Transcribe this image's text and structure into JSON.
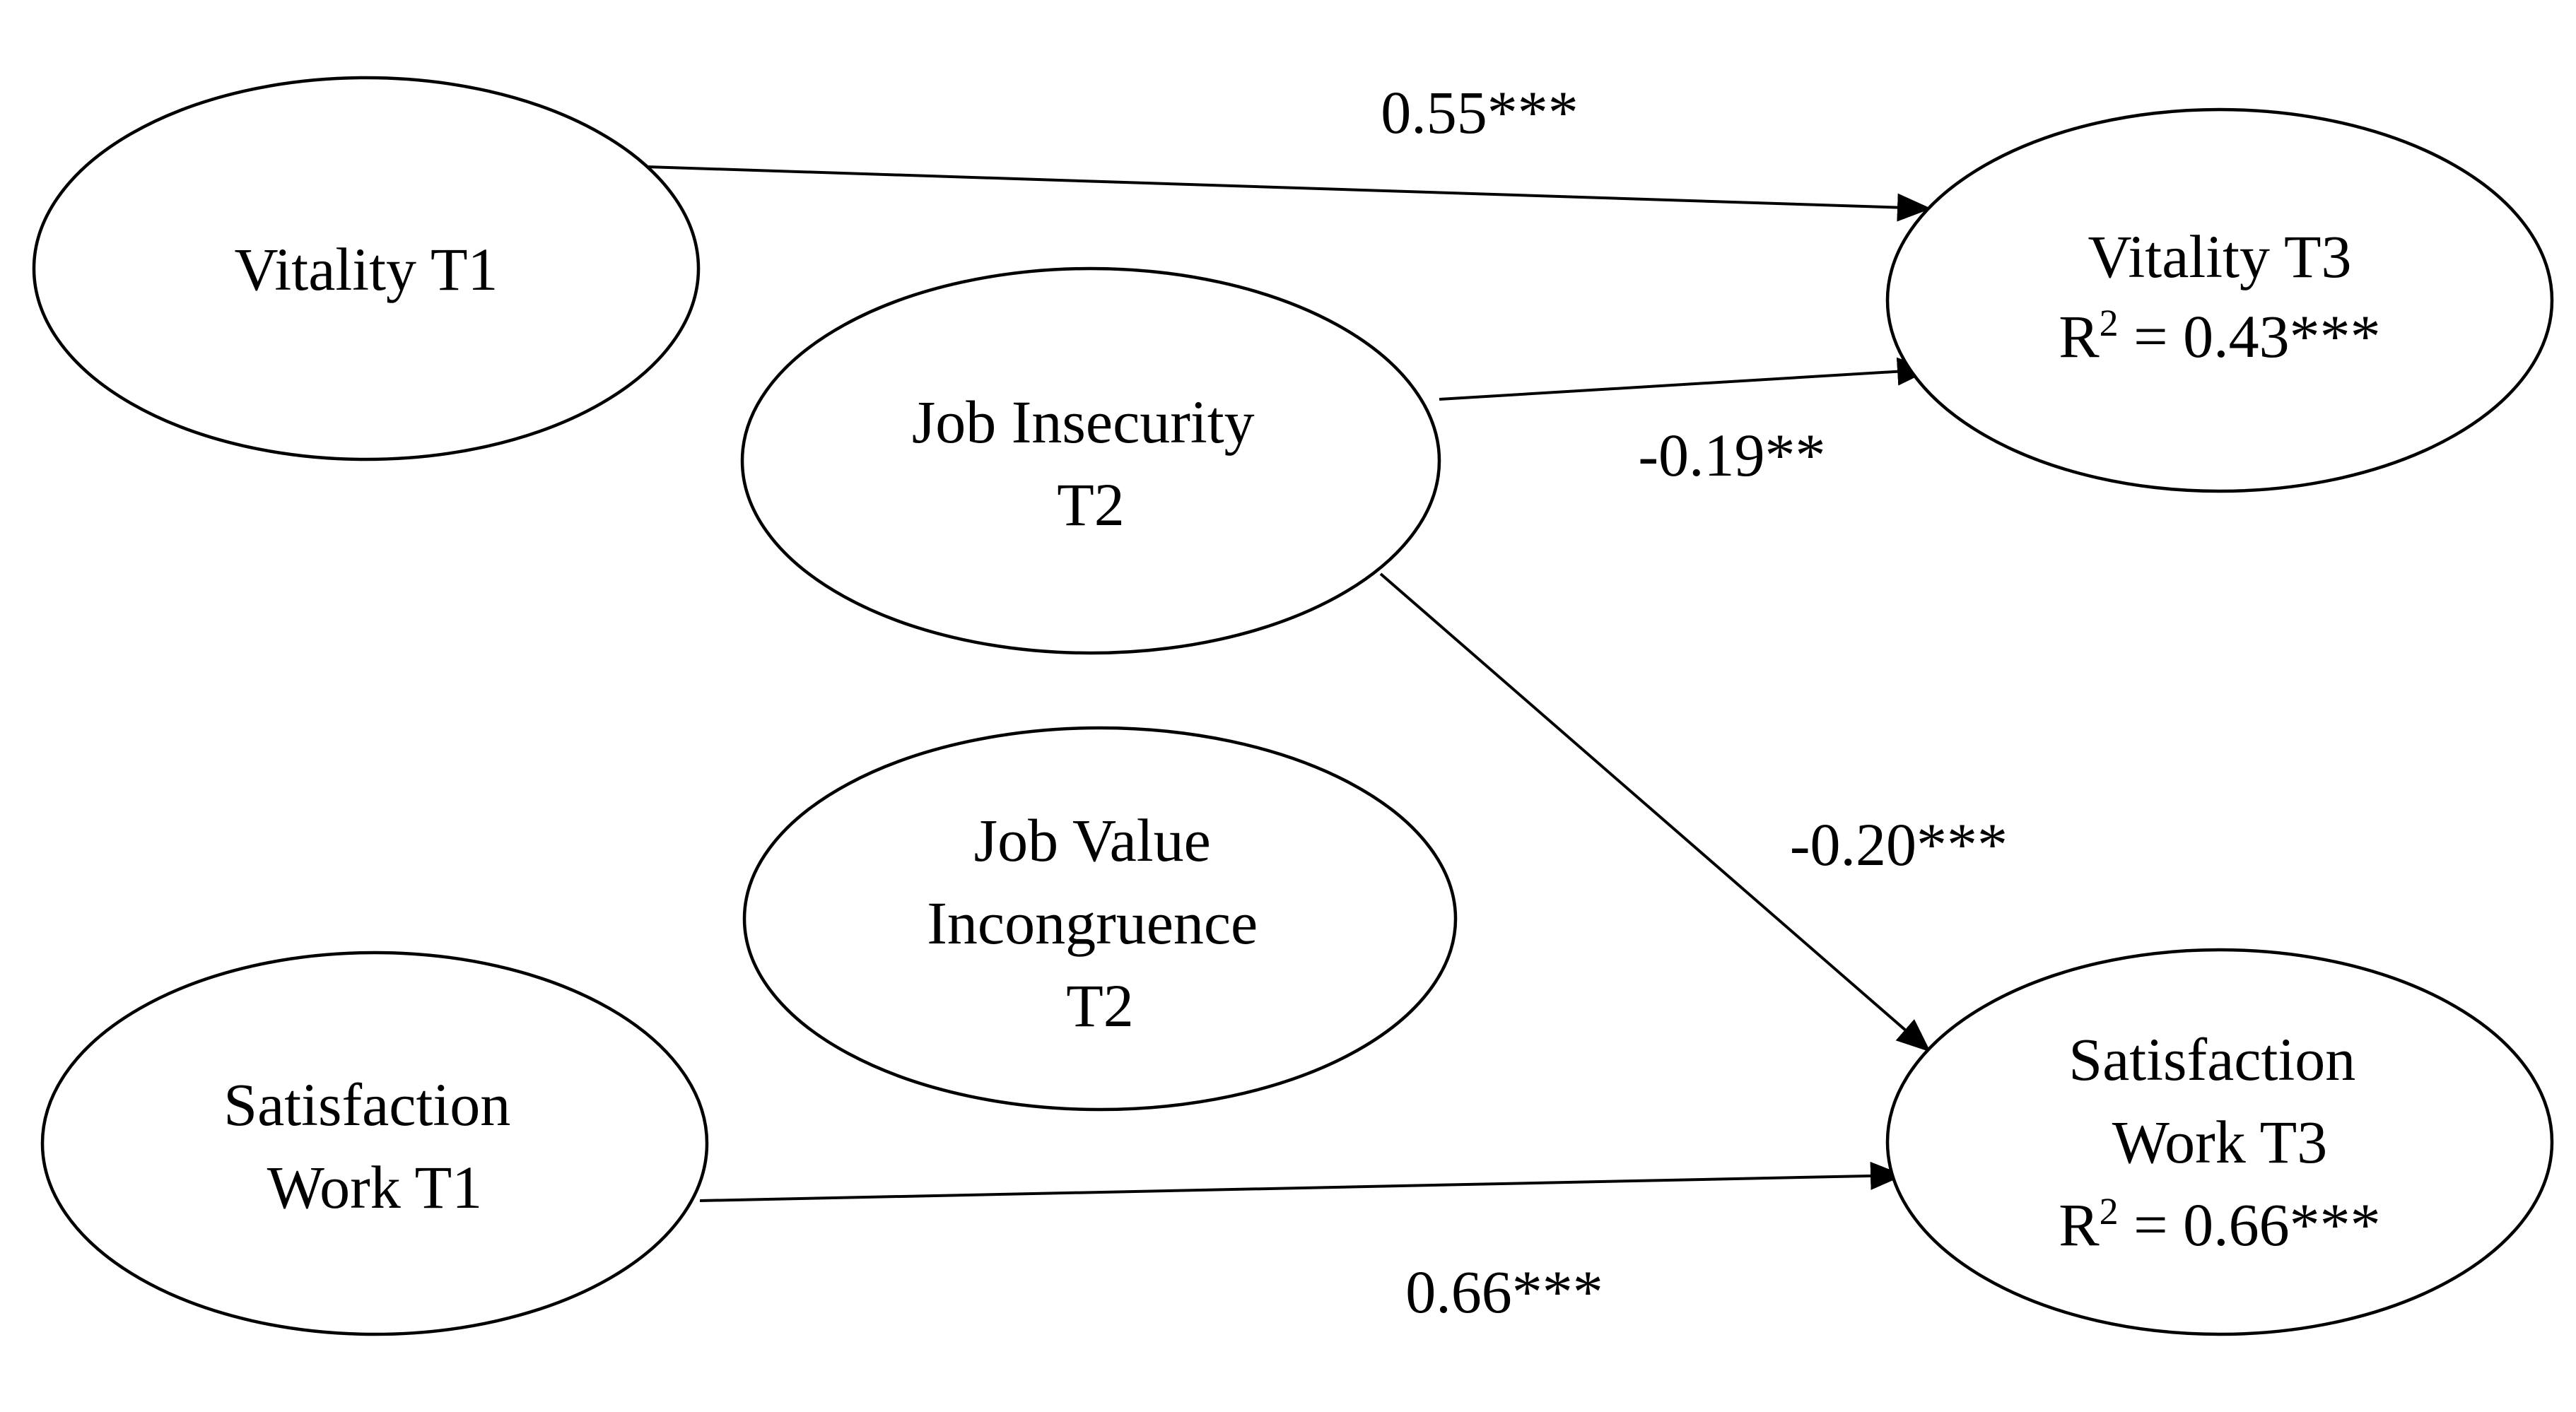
{
  "nodes": {
    "vitality_t1": {
      "lines": [
        "Vitality T1"
      ]
    },
    "job_insecurity_t2": {
      "lines": [
        "Job Insecurity",
        "T2"
      ]
    },
    "job_value_incongruence_t2": {
      "lines": [
        "Job Value",
        "Incongruence",
        "T2"
      ]
    },
    "satisfaction_work_t1": {
      "lines": [
        "Satisfaction",
        "Work T1"
      ]
    },
    "vitality_t3": {
      "lines": [
        "Vitality T3"
      ],
      "r2_prefix": "R",
      "r2_sup": "2",
      "r2_value": " = 0.43***"
    },
    "satisfaction_work_t3": {
      "lines": [
        "Satisfaction",
        "Work T3"
      ],
      "r2_prefix": "R",
      "r2_sup": "2",
      "r2_value": " = 0.66***"
    }
  },
  "edges": {
    "vitality_t1_to_vitality_t3": "0.55***",
    "job_insecurity_to_vitality_t3": "-0.19**",
    "job_insecurity_to_satisfaction_t3": "-0.20***",
    "satisfaction_t1_to_satisfaction_t3": "0.66***"
  },
  "colors": {
    "stroke": "#000000",
    "background": "#ffffff"
  }
}
